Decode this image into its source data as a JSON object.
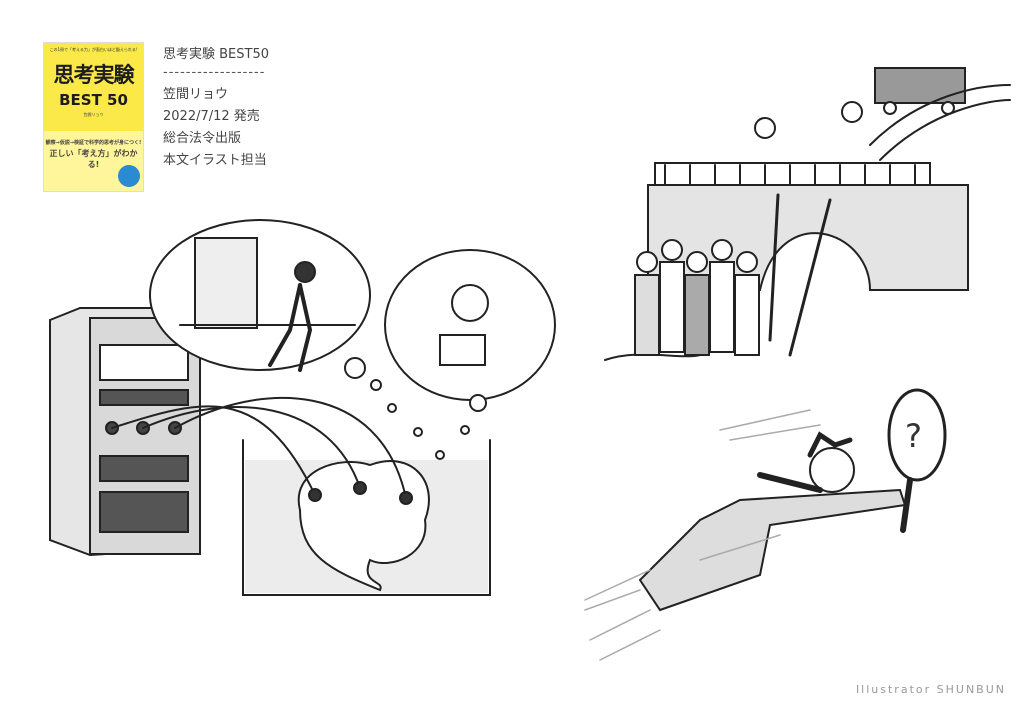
{
  "book": {
    "cover": {
      "tagline": "この1冊で「考える力」が面白いほど鍛えられる!",
      "title": "思考実験",
      "subtitle": "BEST 50",
      "author": "笠間リョウ",
      "copy1": "観察→仮説→検証で科学的思考が身につく!",
      "copy2": "正しい「考え方」がわかる!",
      "colors": {
        "background": "#fbe94a",
        "badge": "#2b8bd0"
      }
    },
    "title": "思考実験 BEST50",
    "divider": "------------------",
    "author": "笠間リョウ",
    "release": "2022/7/12 発売",
    "publisher": "総合法令出版",
    "role": "本文イラスト担当"
  },
  "credit": "Illustrator SHUNBUN"
}
